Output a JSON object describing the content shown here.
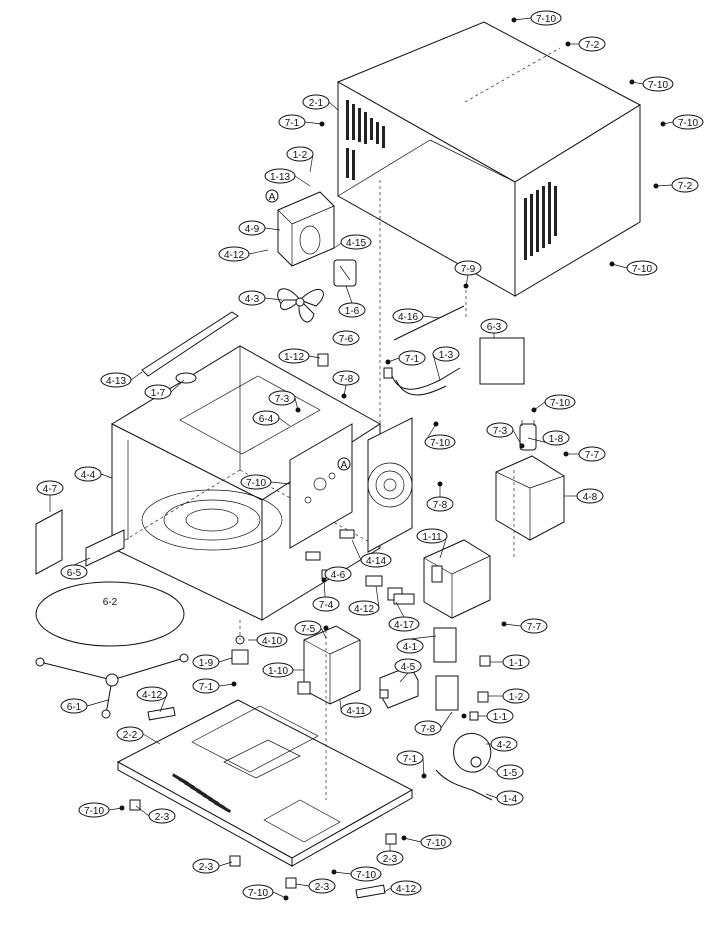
{
  "labels": [
    {
      "id": "l_7_10_a",
      "text": "7-10"
    },
    {
      "id": "l_7_2_a",
      "text": "7-2"
    },
    {
      "id": "l_7_10_b",
      "text": "7-10"
    },
    {
      "id": "l_7_10_c",
      "text": "7-10"
    },
    {
      "id": "l_7_2_b",
      "text": "7-2"
    },
    {
      "id": "l_7_10_d",
      "text": "7-10"
    },
    {
      "id": "l_2_1",
      "text": "2-1"
    },
    {
      "id": "l_7_1_a",
      "text": "7-1"
    },
    {
      "id": "l_1_2_a",
      "text": "1-2"
    },
    {
      "id": "l_1_13",
      "text": "1-13"
    },
    {
      "id": "l_4_9",
      "text": "4-9"
    },
    {
      "id": "l_4_12_a",
      "text": "4-12"
    },
    {
      "id": "l_4_15",
      "text": "4-15"
    },
    {
      "id": "l_4_3",
      "text": "4-3"
    },
    {
      "id": "l_1_6",
      "text": "1-6"
    },
    {
      "id": "l_7_9",
      "text": "7-9"
    },
    {
      "id": "l_4_16",
      "text": "4-16"
    },
    {
      "id": "l_6_3",
      "text": "6-3"
    },
    {
      "id": "l_7_6",
      "text": "7-6"
    },
    {
      "id": "l_1_12",
      "text": "1-12"
    },
    {
      "id": "l_7_1_b",
      "text": "7-1"
    },
    {
      "id": "l_1_3",
      "text": "1-3"
    },
    {
      "id": "l_4_13",
      "text": "4-13"
    },
    {
      "id": "l_1_7",
      "text": "1-7"
    },
    {
      "id": "l_7_8_a",
      "text": "7-8"
    },
    {
      "id": "l_7_3_a",
      "text": "7-3"
    },
    {
      "id": "l_7_10_e",
      "text": "7-10"
    },
    {
      "id": "l_6_4",
      "text": "6-4"
    },
    {
      "id": "l_7_10_f",
      "text": "7-10"
    },
    {
      "id": "l_7_3_b",
      "text": "7-3"
    },
    {
      "id": "l_1_8",
      "text": "1-8"
    },
    {
      "id": "l_7_7_a",
      "text": "7-7"
    },
    {
      "id": "l_4_4",
      "text": "4-4"
    },
    {
      "id": "l_7_10_g",
      "text": "7-10"
    },
    {
      "id": "l_7_8_b",
      "text": "7-8"
    },
    {
      "id": "l_4_8",
      "text": "4-8"
    },
    {
      "id": "l_4_7",
      "text": "4-7"
    },
    {
      "id": "l_1_11",
      "text": "1-11"
    },
    {
      "id": "l_4_14",
      "text": "4-14"
    },
    {
      "id": "l_4_6",
      "text": "4-6"
    },
    {
      "id": "l_6_5",
      "text": "6-5"
    },
    {
      "id": "l_4_12_b",
      "text": "4-12"
    },
    {
      "id": "l_6_2",
      "text": "6-2"
    },
    {
      "id": "l_7_4",
      "text": "7-4"
    },
    {
      "id": "l_4_17",
      "text": "4-17"
    },
    {
      "id": "l_7_7_b",
      "text": "7-7"
    },
    {
      "id": "l_7_5",
      "text": "7-5"
    },
    {
      "id": "l_4_10",
      "text": "4-10"
    },
    {
      "id": "l_4_1",
      "text": "4-1"
    },
    {
      "id": "l_1_9",
      "text": "1-9"
    },
    {
      "id": "l_1_10",
      "text": "1-10"
    },
    {
      "id": "l_4_5",
      "text": "4-5"
    },
    {
      "id": "l_1_1_a",
      "text": "1-1"
    },
    {
      "id": "l_7_1_c",
      "text": "7-1"
    },
    {
      "id": "l_6_1",
      "text": "6-1"
    },
    {
      "id": "l_4_12_c",
      "text": "4-12"
    },
    {
      "id": "l_4_11",
      "text": "4-11"
    },
    {
      "id": "l_1_2_b",
      "text": "1-2"
    },
    {
      "id": "l_7_8_c",
      "text": "7-8"
    },
    {
      "id": "l_1_1_b",
      "text": "1-1"
    },
    {
      "id": "l_2_2",
      "text": "2-2"
    },
    {
      "id": "l_4_2",
      "text": "4-2"
    },
    {
      "id": "l_7_1_d",
      "text": "7-1"
    },
    {
      "id": "l_1_5",
      "text": "1-5"
    },
    {
      "id": "l_1_4",
      "text": "1-4"
    },
    {
      "id": "l_7_10_h",
      "text": "7-10"
    },
    {
      "id": "l_2_3_a",
      "text": "2-3"
    },
    {
      "id": "l_7_10_i",
      "text": "7-10"
    },
    {
      "id": "l_2_3_b",
      "text": "2-3"
    },
    {
      "id": "l_2_3_c",
      "text": "2-3"
    },
    {
      "id": "l_7_10_j",
      "text": "7-10"
    },
    {
      "id": "l_2_3_d",
      "text": "2-3"
    },
    {
      "id": "l_7_10_k",
      "text": "7-10"
    },
    {
      "id": "l_4_12_d",
      "text": "4-12"
    }
  ],
  "markers": {
    "a1": "A",
    "a2": "A"
  }
}
